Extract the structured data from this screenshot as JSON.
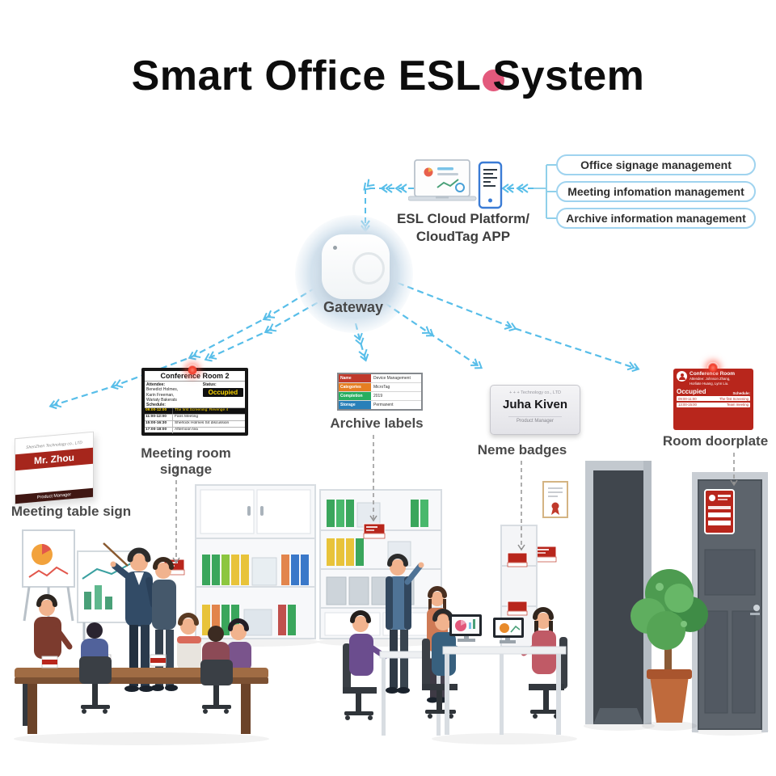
{
  "title": "Smart Office ESL System",
  "cloud": {
    "line1": "ESL Cloud Platform/",
    "line2": "CloudTag APP"
  },
  "management": {
    "items": [
      "Office signage management",
      "Meeting infomation management",
      "Archive information management"
    ]
  },
  "gateway": {
    "label": "Gateway"
  },
  "meeting_room_signage": {
    "caption": "Meeting room signage",
    "title": "Conference Room 2",
    "attendee_label": "Attendee:",
    "attendee_lines": [
      "Benedict Holmes,",
      "Karin Freeman,",
      "Wariaty Bakerats"
    ],
    "status_label": "Status:",
    "status_value": "Occupied",
    "schedule_label": "Schedule:",
    "rows": [
      {
        "time": "09:00-12:00",
        "event": "The first Screening: Revenge 4"
      },
      {
        "time": "11:00-12:00",
        "event": "Fans Meeting"
      },
      {
        "time": "15:00-16:30",
        "event": "Sherlock Holmes S4 discussion"
      },
      {
        "time": "17:00-18:00",
        "event": "Afternoon tea"
      }
    ]
  },
  "archive_label": {
    "caption": "Archive labels",
    "rows": [
      {
        "key": "Name",
        "value": "Device Management"
      },
      {
        "key": "Categories",
        "value": "MicroTag"
      },
      {
        "key": "Completion",
        "value": "2019"
      },
      {
        "key": "Storage",
        "value": "Permanent"
      }
    ]
  },
  "name_badge": {
    "caption": "Neme badges",
    "company": "+ + + Technology co., LTD",
    "name": "Juha Kiven",
    "title": "Product Manager"
  },
  "doorplate": {
    "caption": "Room doorplate",
    "title": "Conference Room",
    "attendee_line1": "Attendee: Johnson Zhang,",
    "attendee_line2": "Horliate Huang, Lynn Liu.",
    "status_value": "Occupied",
    "schedule_label": "Schedule:",
    "rows": [
      {
        "time": "09:00-11:00",
        "event": "The first Screening"
      },
      {
        "time": "13:00-15:00",
        "event": "Team meeting"
      }
    ]
  },
  "table_sign": {
    "caption": "Meeting table sign",
    "company": "ShenZhen Technology co., LTD",
    "name": "Mr. Zhou",
    "title": "Product Manager"
  },
  "colors": {
    "accent_blue": "#58bee9",
    "device_red": "#b8261c",
    "highlight_yellow": "#ffd800",
    "archive_row_colors": [
      "#c0392b",
      "#e67e22",
      "#27ae60",
      "#2980b9"
    ]
  }
}
